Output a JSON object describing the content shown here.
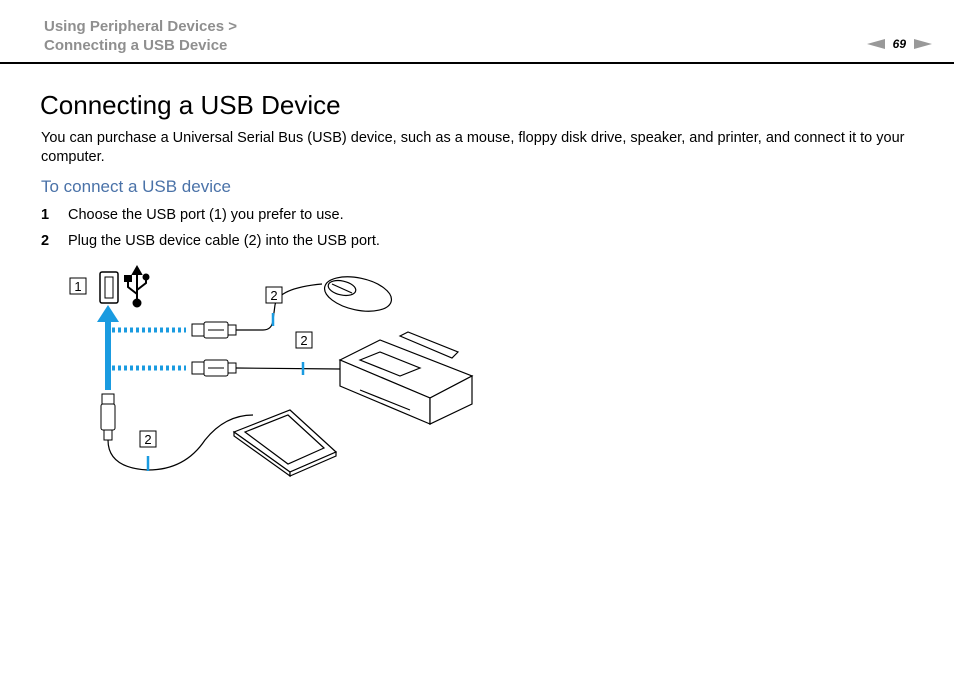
{
  "header": {
    "breadcrumb_line1": "Using Peripheral Devices >",
    "breadcrumb_line2": "Connecting a USB Device",
    "page_number": "69"
  },
  "main": {
    "title": "Connecting a USB Device",
    "intro": "You can purchase a Universal Serial Bus (USB) device, such as a mouse, floppy disk drive, speaker, and printer, and connect it to your computer.",
    "procedure_title": "To connect a USB device",
    "steps": [
      {
        "number": "1",
        "text": "Choose the USB port (1) you prefer to use."
      },
      {
        "number": "2",
        "text": "Plug the USB device cable (2) into the USB port."
      }
    ]
  },
  "illustration": {
    "callouts": [
      "1",
      "2",
      "2",
      "2"
    ],
    "colors": {
      "cable_accent": "#1a9be0",
      "line": "#000000"
    },
    "icons": [
      "usb-port-icon",
      "usb-symbol-icon",
      "mouse-icon",
      "printer-icon",
      "floppy-drive-icon",
      "usb-plug-icon"
    ]
  }
}
